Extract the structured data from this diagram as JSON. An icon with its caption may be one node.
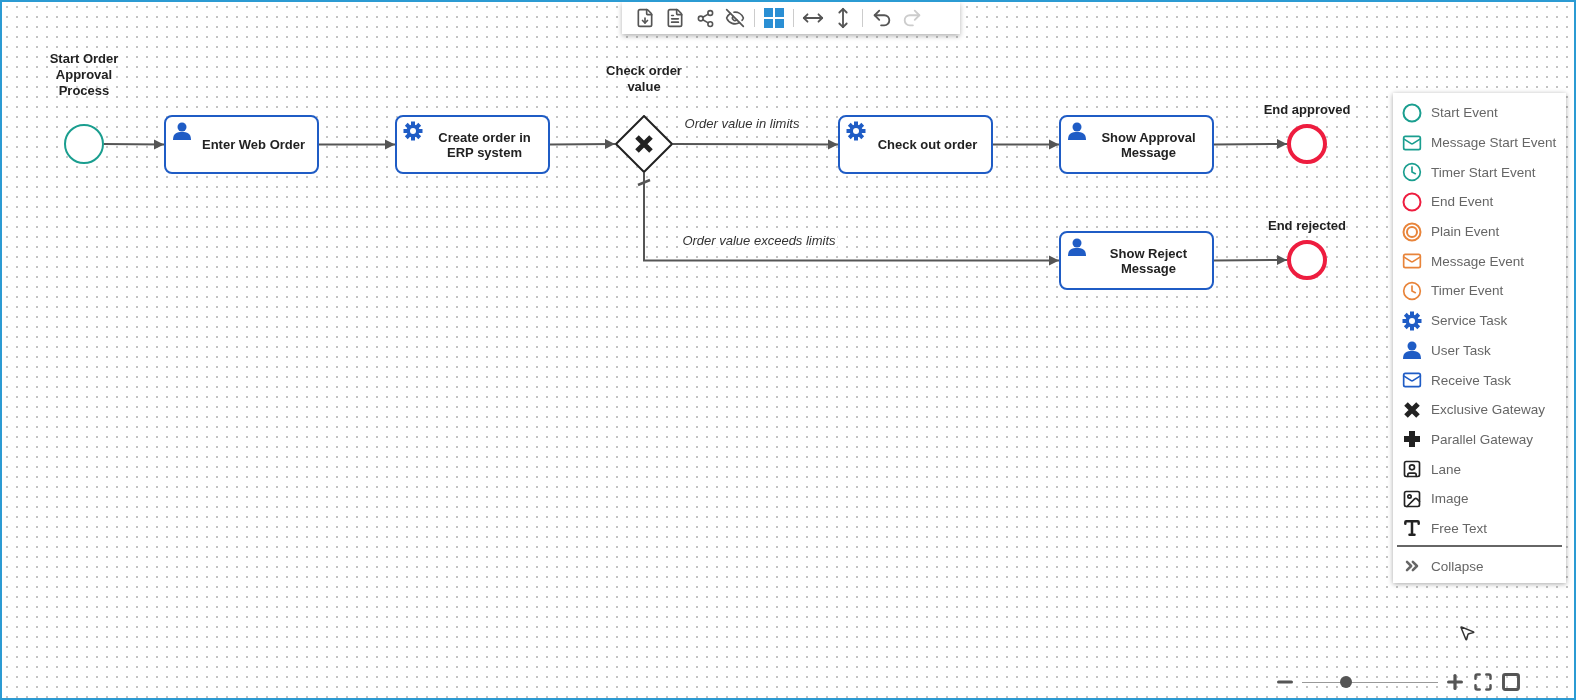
{
  "diagram": {
    "nodes": [
      {
        "text": [
          "Start Order Approval Process"
        ]
      },
      {
        "text": [
          "Enter Web Order"
        ]
      },
      {
        "text": [
          "Create order in ERP system"
        ]
      },
      {
        "text": [
          "Check order value"
        ]
      },
      {
        "text": [
          "Check out order"
        ]
      },
      {
        "text": [
          "Show Approval Message"
        ]
      },
      {
        "text": [
          "End approved"
        ]
      },
      {
        "text": [
          "Show Reject Message"
        ]
      },
      {
        "text": [
          "End rejected"
        ]
      }
    ],
    "edges": [
      {
        "from": 0,
        "to": 1,
        "arrow": "to"
      },
      {
        "from": 1,
        "to": 2,
        "arrow": "to"
      },
      {
        "from": 2,
        "to": 3,
        "arrow": "to"
      },
      {
        "from": 3,
        "to": 4,
        "arrow": "to",
        "label": "Order value in limits"
      },
      {
        "from": 4,
        "to": 5,
        "arrow": "to"
      },
      {
        "from": 5,
        "to": 6,
        "arrow": "to"
      },
      {
        "from": 3,
        "to": 7,
        "arrow": "to",
        "label": "Order value exceeds limits"
      },
      {
        "from": 7,
        "to": 8,
        "arrow": "to"
      }
    ],
    "labels": [
      "Start Event",
      "Message Start Event",
      "Timer Start Event",
      "End Event",
      "Plain Event",
      "Message Event",
      "Timer Event",
      "Service Task",
      "User Task",
      "Receive Task",
      "Exclusive Gateway",
      "Parallel Gateway",
      "Lane",
      "Image",
      "Free Text",
      "Collapse"
    ]
  }
}
